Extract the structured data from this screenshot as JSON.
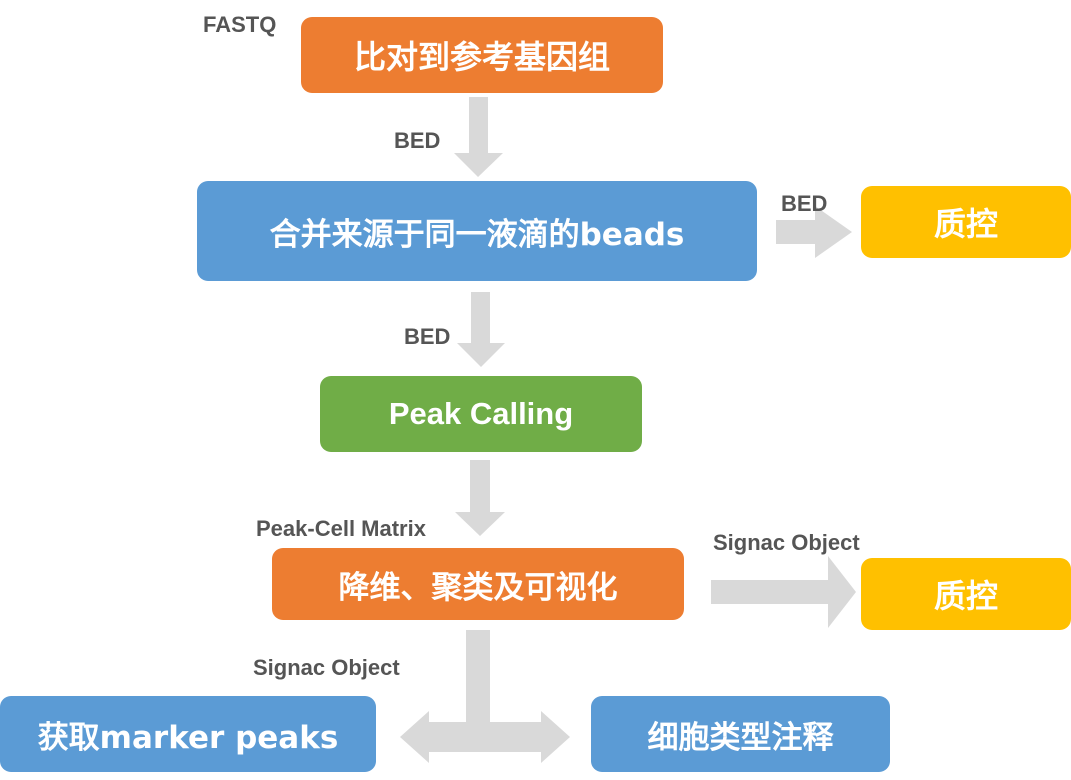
{
  "colors": {
    "orange": "#ED7D31",
    "blue": "#5B9BD5",
    "green": "#70AD47",
    "gold": "#FFC000",
    "arrow": "#D9D9D9",
    "label": "#555555"
  },
  "nodes": {
    "align": "比对到参考基因组",
    "merge": "合并来源于同一液滴的beads",
    "qc1": "质控",
    "peak_calling": "Peak Calling",
    "dimred": "降维、聚类及可视化",
    "qc2": "质控",
    "marker": "获取marker peaks",
    "annot": "细胞类型注释"
  },
  "labels": {
    "fastq": "FASTQ",
    "bed1": "BED",
    "bed_right": "BED",
    "bed2": "BED",
    "peak_cell_matrix": "Peak-Cell Matrix",
    "signac_right": "Signac Object",
    "signac_down": "Signac Object"
  },
  "arrows": [
    {
      "from": "align",
      "to": "merge",
      "icon": "down-arrow-icon"
    },
    {
      "from": "merge",
      "to": "qc1",
      "icon": "right-arrow-icon"
    },
    {
      "from": "merge",
      "to": "peak_calling",
      "icon": "down-arrow-icon"
    },
    {
      "from": "peak_calling",
      "to": "dimred",
      "icon": "down-arrow-icon"
    },
    {
      "from": "dimred",
      "to": "qc2",
      "icon": "right-arrow-icon"
    },
    {
      "from": "dimred",
      "to": [
        "marker",
        "annot"
      ],
      "icon": "split-arrow-icon"
    }
  ]
}
